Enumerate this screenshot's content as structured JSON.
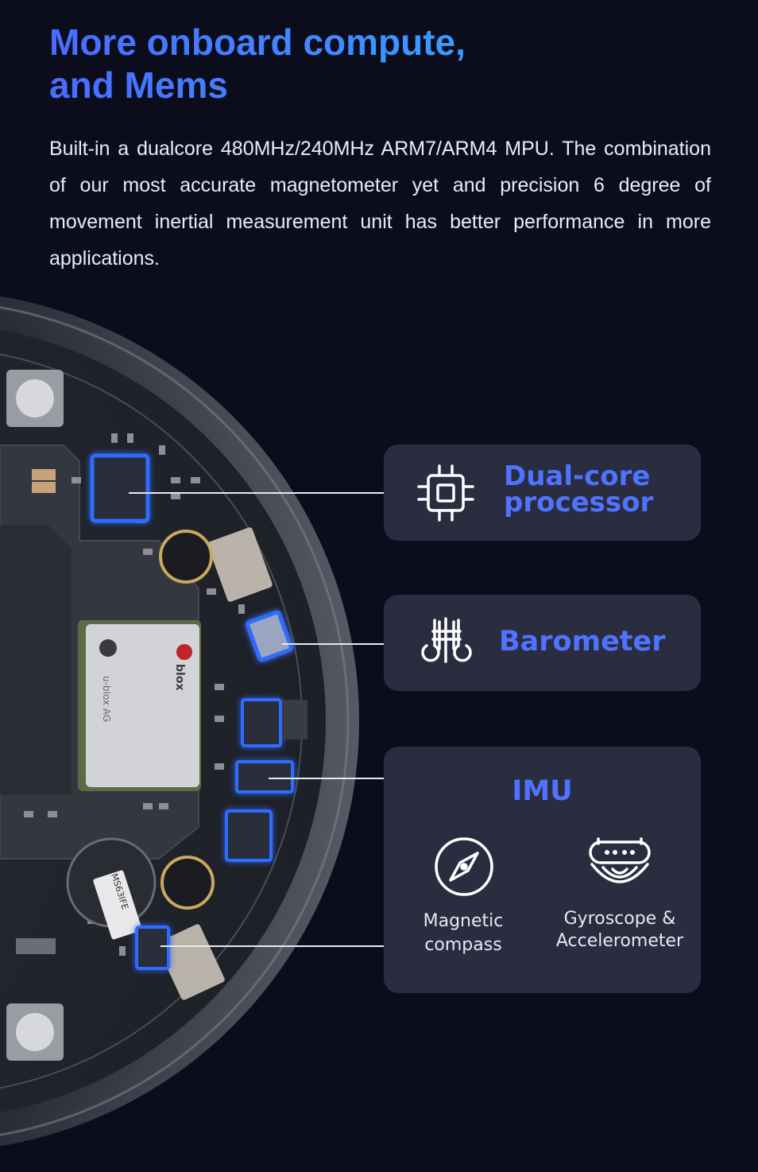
{
  "header": {
    "title_line1": "More onboard compute,",
    "title_line2": "and Mems",
    "description": "Built-in a dualcore 480MHz/240MHz ARM7/ARM4 MPU. The combination of our most accurate magnetometer yet and precision 6 degree of movement inertial measurement unit has better performance in more applications."
  },
  "board": {
    "module_brand": "blox",
    "module_maker": "u-blox AG",
    "sensor_marking": "MS63IFE"
  },
  "cards": {
    "processor": {
      "label_line1": "Dual-core",
      "label_line2": "processor",
      "icon": "chip-icon"
    },
    "barometer": {
      "label": "Barometer",
      "icon": "thermometer-icon"
    },
    "imu": {
      "label": "IMU",
      "compass": {
        "line1": "Magnetic",
        "line2": "compass",
        "icon": "compass-icon"
      },
      "gyro": {
        "line1": "Gyroscope &",
        "line2": "Accelerometer",
        "icon": "gyroscope-icon"
      }
    }
  },
  "colors": {
    "background": "#0b0d1d",
    "accent": "#4f73ff",
    "card": "#2a2d40",
    "chip_glow": "#2e6cff"
  }
}
